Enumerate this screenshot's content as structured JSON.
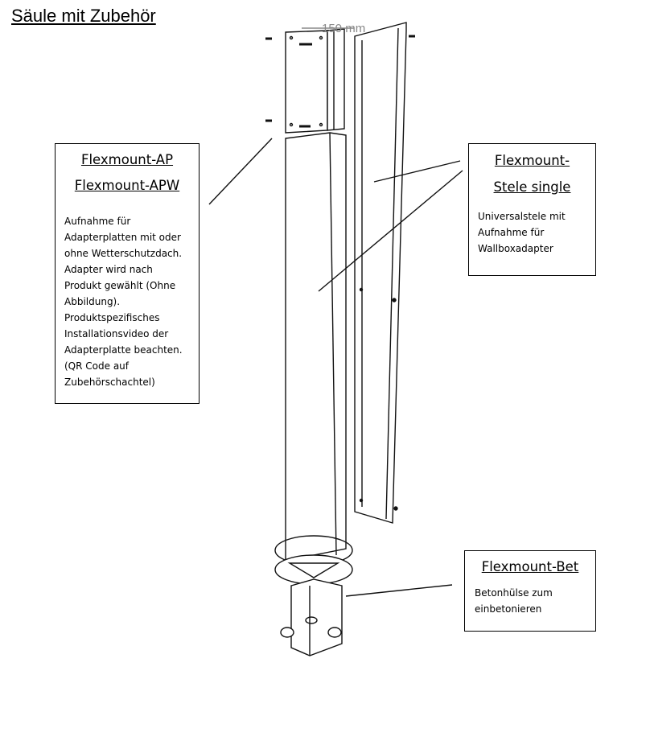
{
  "title": "Säule mit Zubehör",
  "dimension_label": "150 mm",
  "callouts": [
    {
      "heading": [
        "Flexmount-AP",
        "Flexmount-APW"
      ],
      "body": [
        "Aufnahme für",
        "Adapterplatten mit oder",
        "ohne Wetterschutzdach.",
        "Adapter wird nach",
        "Produkt gewählt (Ohne",
        "Abbildung).",
        "Produktspezifisches",
        "Installationsvideo der",
        "Adapterplatte beachten.",
        "(QR Code auf",
        "Zubehörschachtel)"
      ]
    },
    {
      "heading": [
        "Flexmount-",
        "Stele single"
      ],
      "body": [
        "Universalstele mit",
        "Aufnahme für",
        "Wallboxadapter"
      ]
    },
    {
      "heading": [
        "Flexmount-Bet"
      ],
      "body": [
        "Betonhülse zum",
        "einbetonieren"
      ]
    }
  ]
}
